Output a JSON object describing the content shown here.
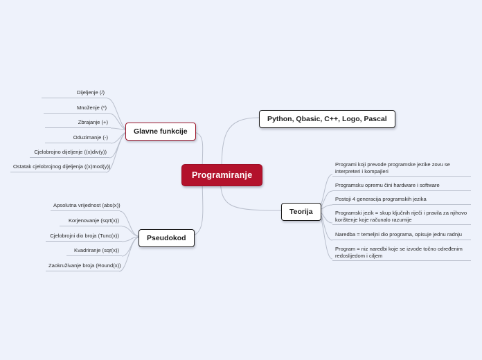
{
  "diagram": {
    "title": "Programiranje",
    "type": "mind-map",
    "background_color": "#eef2fb",
    "root_color": "#b3122c",
    "edge_color": "#b9bfcc"
  },
  "root": {
    "label": "Programiranje"
  },
  "branches": [
    {
      "id": "glavne-funkcije",
      "label": "Glavne funkcije",
      "accent": "#9c1327",
      "side": "left",
      "children": [
        {
          "label": "Dijeljenje (/)"
        },
        {
          "label": "Množenje (*)"
        },
        {
          "label": "Zbrajanje (+)"
        },
        {
          "label": "Oduzimanje (-)"
        },
        {
          "label": "Cjelobrojno dijeljenje ((x)div(y))"
        },
        {
          "label": "Ostatak cjelobrojnog dijeljenja ((x)mod(y))"
        }
      ]
    },
    {
      "id": "pseudokod",
      "label": "Pseudokod",
      "accent": "#1b1b1b",
      "side": "left",
      "children": [
        {
          "label": "Apsolutna vrijednost (abs(x))"
        },
        {
          "label": "Korjenovanje (sqrt(x))"
        },
        {
          "label": "Cjelobrojni dio broja (Tunc(x))"
        },
        {
          "label": "Kvadriranje (sqr(x))"
        },
        {
          "label": "Zaokruživanje broja (Round(x))"
        }
      ]
    },
    {
      "id": "jezici",
      "label": "Python, Qbasic, C++, Logo, Pascal",
      "accent": "#1b1b1b",
      "side": "right",
      "children": []
    },
    {
      "id": "teorija",
      "label": "Teorija",
      "accent": "#1b1b1b",
      "side": "right",
      "children": [
        {
          "label": "Programi koji prevode programske jezike zovu se interpreteri i kompajleri"
        },
        {
          "label": "Programsku opremu čini hardware i software"
        },
        {
          "label": "Postoji 4 generacija programskih jezika"
        },
        {
          "label": "Programski jezik = skup ključnih riječi i pravila za njihovo korištenje koje računalo razumije"
        },
        {
          "label": "Naredba = temeljni dio programa, opisuje jednu radnju"
        },
        {
          "label": "Program = niz naredbi koje se izvode točno određenim redoslijedom i ciljem"
        }
      ]
    }
  ]
}
